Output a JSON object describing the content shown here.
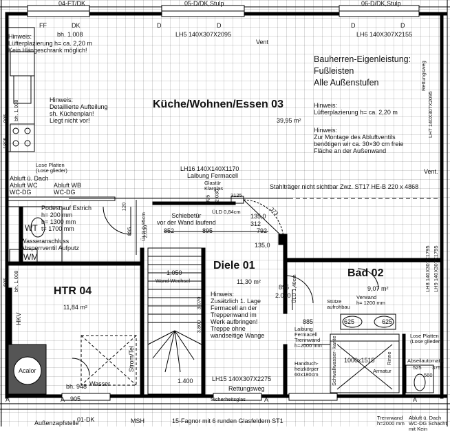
{
  "header": {
    "window_top_left": "04-FT/DK",
    "window_top_mid": "05-D/DK,Stulp",
    "window_top_right": "06-D/DK,Stulp",
    "vent_top": "Vent"
  },
  "rooms": {
    "kitchen": {
      "name": "Küche/Wohnen/Essen 03",
      "area": "39,95 m²"
    },
    "hall": {
      "name": "Diele 01",
      "area": "11,30 m²"
    },
    "bath": {
      "name": "Bad 02",
      "area": "9,07 m²"
    },
    "utility": {
      "name": "HTR 04",
      "area": "11,84 m²"
    }
  },
  "labels": {
    "ff": "FF",
    "dk_top": "DK",
    "bh_top": "bh. 1.008",
    "d1": "D",
    "d2": "D",
    "d3": "D",
    "d4": "D",
    "lh5": "LH5 140X307X2095",
    "lh6": "LH6 140X307X2155",
    "lh7": "LH7 140X307X2095",
    "lh8": "LH8 140X307X1795",
    "lh9": "LH9 140X307X1795",
    "lh15": "LH15 140X307X2275",
    "lh16": "LH16 140X140X1170",
    "laibung_fermacell": "Laibung Fermacell",
    "glastuer": "Glastür Klarglas",
    "dim_2030": "2.030",
    "dim_895": "895",
    "stahltraeger": "Stahlträger nicht sichtbar Zwz. ST17 HE-B 220 x 4868",
    "dim_3125": "3125",
    "dim_vert_120": "120",
    "dim_vert_895": "895",
    "dim_vert_2030": "2.030",
    "uld_095": "ÜLD 0,95cm",
    "uld_084": "ÜLD 0,84cm",
    "schiebetuer": "Schiebetür\nvor der Wand laufend",
    "dim_852": "852",
    "dim_895b": "895",
    "dim_1350": "135,0",
    "dim_312": "312",
    "dim_792": "792",
    "dim_1350b": "135,0",
    "dim_373": "373",
    "vent_right": "Vent.",
    "rettungsweg_top": "Rettungsweg",
    "lose_platten_1": "Lose Platten\n(Lose glieder)",
    "abluft_dach": "Abluft ü. Dach",
    "abluft_wc": "Abluft WC\nWC-DG",
    "abluft_wb": "Abluft WB\nWC-DG",
    "podest": "Podest auf Estrich\nh= 200 mm\nb= 1300 mm\nt= 1700 mm",
    "wt": "WT",
    "wasseranschluss": "Wasseranschluss\nAbsperrventil Aufputz",
    "wm": "WM",
    "dim_1050": "1.050",
    "wand_wechsel": "Wand Wechsel",
    "dim_3070": "3.070",
    "dim_3800": "3.800",
    "dim_1400": "1.400",
    "hkv": "HKV",
    "acalor": "Acalor",
    "strom_tel": "Strom/Tel",
    "wasser": "Wasser",
    "bh_bottom": "bh. 948",
    "dim_895c": "895",
    "dim_2030b": "2.030",
    "uld_140": "ÜLD 1,40cm",
    "stuetze": "Stütze\naufrohbau",
    "verwand": "Verwand\nh= 1200 mm",
    "dim_625a": "625",
    "dim_625b": "625",
    "dim_885": "885",
    "laibung_trennwand": "Laibung\nFermacell\nTrennwand\nh=2000 mm",
    "handtuch": "Handtuch-\nheizkörper\n60x180cm",
    "dusche": "1000x1515",
    "schwallwasser": "Schwallwasser-\nkante",
    "rinne": "Rinne",
    "armatur": "Armatur",
    "lose_platten_2": "Lose Platten\n(Lose glieder)",
    "abseilautomatik": "Abseilautomatik",
    "dim_525": "525",
    "dim_375": "375",
    "dim_560": "560",
    "trennwand": "Trennwand\nh=2000 mm",
    "abluft_bottom": "Abluft ü. Dach\nWC-DG Schacht mit Kein",
    "sicherheitsglas": "Sicherheitsglas",
    "rettungsweg_bottom": "Rettungsweg",
    "dim_905_bottom": "905",
    "dk_bottom": "01-DK",
    "aussenzapf": "Außenzapfstelle",
    "msh": "MSH",
    "glassteine": "15-Fagnor mit 6 runden Glasfeldern ST1",
    "dim_905_left": "905",
    "dim_1805": "1805",
    "bh_left_1": "bh. 1.008",
    "dim_605": "605",
    "bh_left_2": "bh. 1.008",
    "a1": "A",
    "a2": "A",
    "a3": "A",
    "a4": "A"
  },
  "notes": {
    "kitchen_hint": "Hinweis:\nLüfterplazierung h= ca. 2,20 m\nKein Hängeschrank möglich!",
    "kitchen_plan": "Hinweis:\nDetaillierte Aufteilung\nsh. Küchenplan!\nLiegt nicht vor!",
    "bauherren": "Bauherren-Eigenleistung:\nFußleisten\nAlle Außenstufen",
    "lueftung_right": "Hinweis:\nLüfterplazierung h= ca. 2,20 m",
    "abluft_montage": "Hinweis:\nZur Montage des Abluftventils\nbenötigen wir ca. 30×30 cm freie\nFläche an der Außenwand",
    "fermacell": "Hinweis:\nZusätzlich 1. Lage\nFermacell an der\nTreppenwand im\nWerk aufbringen!\nTreppe ohne\nwandseitige Wange"
  }
}
